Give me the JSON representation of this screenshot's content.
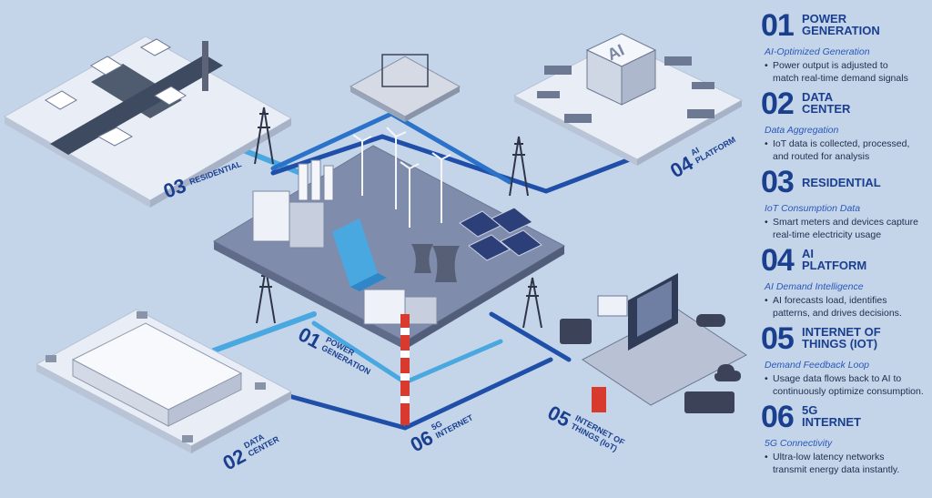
{
  "legend": [
    {
      "num": "01",
      "title_line1": "POWER",
      "title_line2": "GENERATION",
      "subtitle": "AI-Optimized Generation",
      "desc_line1": "Power output is adjusted to",
      "desc_line2": "match real-time demand signals"
    },
    {
      "num": "02",
      "title_line1": "DATA",
      "title_line2": "CENTER",
      "subtitle": "Data Aggregation",
      "desc_line1": "IoT data is collected, processed,",
      "desc_line2": "and routed for analysis"
    },
    {
      "num": "03",
      "title_line1": "RESIDENTIAL",
      "title_line2": "",
      "subtitle": "IoT Consumption Data",
      "desc_line1": "Smart meters and devices capture",
      "desc_line2": "real-time electricity usage"
    },
    {
      "num": "04",
      "title_line1": "AI",
      "title_line2": "PLATFORM",
      "subtitle": "AI Demand Intelligence",
      "desc_line1": "AI forecasts load, identifies",
      "desc_line2": "patterns, and drives decisions."
    },
    {
      "num": "05",
      "title_line1": "INTERNET OF",
      "title_line2": "THINGS (IoT)",
      "subtitle": "Demand Feedback Loop",
      "desc_line1": "Usage data flows back to AI to",
      "desc_line2": "continuously optimize consumption."
    },
    {
      "num": "06",
      "title_line1": "5G",
      "title_line2": "INTERNET",
      "subtitle": "5G Connectivity",
      "desc_line1": "Ultra-low latency networks",
      "desc_line2": "transmit energy data instantly."
    }
  ],
  "diagram_labels": {
    "residential": {
      "num": "03",
      "line1": "RESIDENTIAL",
      "line2": ""
    },
    "ai_platform": {
      "num": "04",
      "line1": "AI",
      "line2": "PLATFORM"
    },
    "power": {
      "num": "01",
      "line1": "POWER",
      "line2": "GENERATION"
    },
    "data_center": {
      "num": "02",
      "line1": "DATA",
      "line2": "CENTER"
    },
    "internet_5g": {
      "num": "06",
      "line1": "5G",
      "line2": "INTERNET"
    },
    "iot": {
      "num": "05",
      "line1": "INTERNET OF",
      "line2": "THINGS (IoT)"
    }
  },
  "ai_chip_text": "AI",
  "bullet": "•",
  "colors": {
    "background": "#c4d5ea",
    "accent": "#1a3f8f",
    "line_light": "#4aa8e0",
    "line_dark": "#1f4fa8",
    "platform": "#7f8cab"
  }
}
